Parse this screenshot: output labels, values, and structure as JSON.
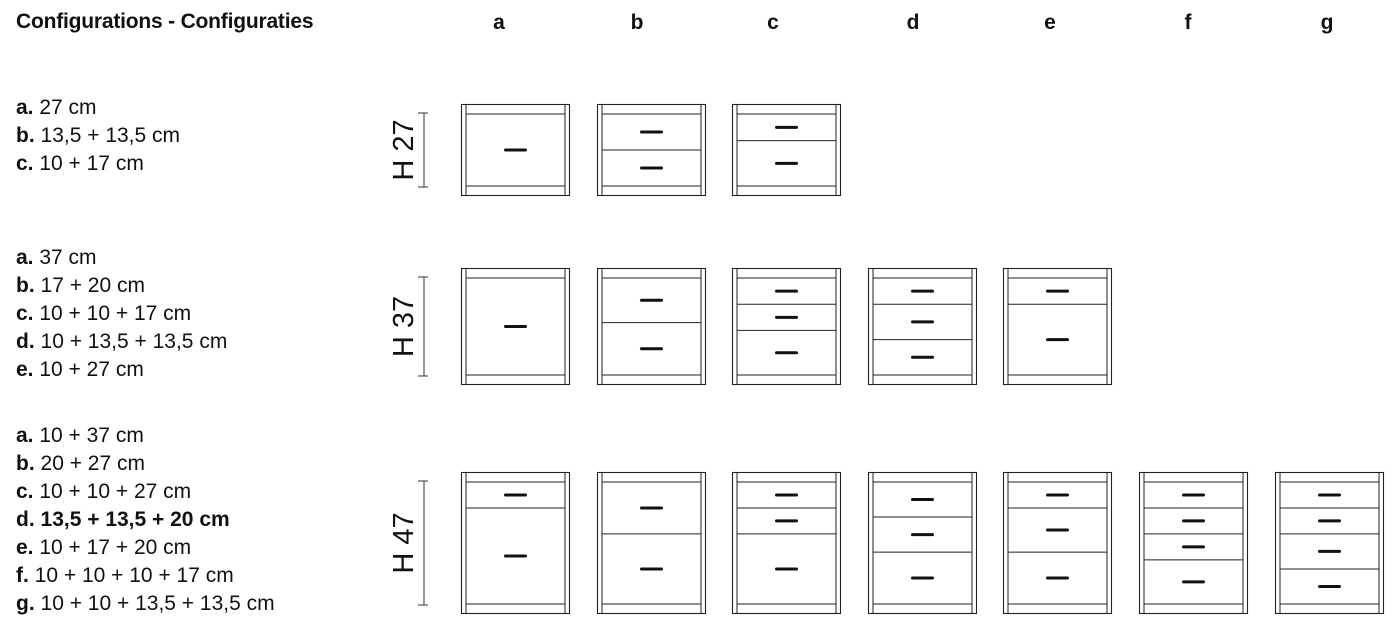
{
  "title": "Configurations - Configuraties",
  "columns": [
    "a",
    "b",
    "c",
    "d",
    "e",
    "f",
    "g"
  ],
  "rows": [
    {
      "height_label": "H 27",
      "height_cm": 27,
      "items": [
        {
          "key": "a.",
          "text": "27 cm",
          "emphasis": false
        },
        {
          "key": "b.",
          "text": "13,5 + 13,5 cm",
          "emphasis": false
        },
        {
          "key": "c.",
          "text": "10 + 17 cm",
          "emphasis": false
        }
      ],
      "cabinets": [
        {
          "column": "a",
          "drawers_cm": [
            27
          ]
        },
        {
          "column": "b",
          "drawers_cm": [
            13.5,
            13.5
          ]
        },
        {
          "column": "c",
          "drawers_cm": [
            10,
            17
          ]
        }
      ]
    },
    {
      "height_label": "H 37",
      "height_cm": 37,
      "items": [
        {
          "key": "a.",
          "text": "37 cm",
          "emphasis": false
        },
        {
          "key": "b.",
          "text": "17 + 20 cm",
          "emphasis": false
        },
        {
          "key": "c.",
          "text": "10 + 10 + 17 cm",
          "emphasis": false
        },
        {
          "key": "d.",
          "text": "10 + 13,5 + 13,5 cm",
          "emphasis": false
        },
        {
          "key": "e.",
          "text": "10 + 27 cm",
          "emphasis": false
        }
      ],
      "cabinets": [
        {
          "column": "a",
          "drawers_cm": [
            37
          ]
        },
        {
          "column": "b",
          "drawers_cm": [
            17,
            20
          ]
        },
        {
          "column": "c",
          "drawers_cm": [
            10,
            10,
            17
          ]
        },
        {
          "column": "d",
          "drawers_cm": [
            10,
            13.5,
            13.5
          ]
        },
        {
          "column": "e",
          "drawers_cm": [
            10,
            27
          ]
        }
      ]
    },
    {
      "height_label": "H 47",
      "height_cm": 47,
      "items": [
        {
          "key": "a.",
          "text": "10 + 37 cm",
          "emphasis": false
        },
        {
          "key": "b.",
          "text": "20 + 27 cm",
          "emphasis": false
        },
        {
          "key": "c.",
          "text": "10 + 10 + 27 cm",
          "emphasis": false
        },
        {
          "key": "d.",
          "text": "13,5 + 13,5 + 20 cm",
          "emphasis": true
        },
        {
          "key": "e.",
          "text": "10 + 17 + 20 cm",
          "emphasis": false
        },
        {
          "key": "f.",
          "text": "10 + 10 + 10 + 17 cm",
          "emphasis": false
        },
        {
          "key": "g.",
          "text": "10 + 10 + 13,5 + 13,5 cm",
          "emphasis": false
        }
      ],
      "cabinets": [
        {
          "column": "a",
          "drawers_cm": [
            10,
            37
          ]
        },
        {
          "column": "b",
          "drawers_cm": [
            20,
            27
          ]
        },
        {
          "column": "c",
          "drawers_cm": [
            10,
            10,
            27
          ]
        },
        {
          "column": "d",
          "drawers_cm": [
            13.5,
            13.5,
            20
          ]
        },
        {
          "column": "e",
          "drawers_cm": [
            10,
            17,
            20
          ]
        },
        {
          "column": "f",
          "drawers_cm": [
            10,
            10,
            10,
            17
          ]
        },
        {
          "column": "g",
          "drawers_cm": [
            10,
            10,
            13.5,
            13.5
          ]
        }
      ]
    }
  ]
}
